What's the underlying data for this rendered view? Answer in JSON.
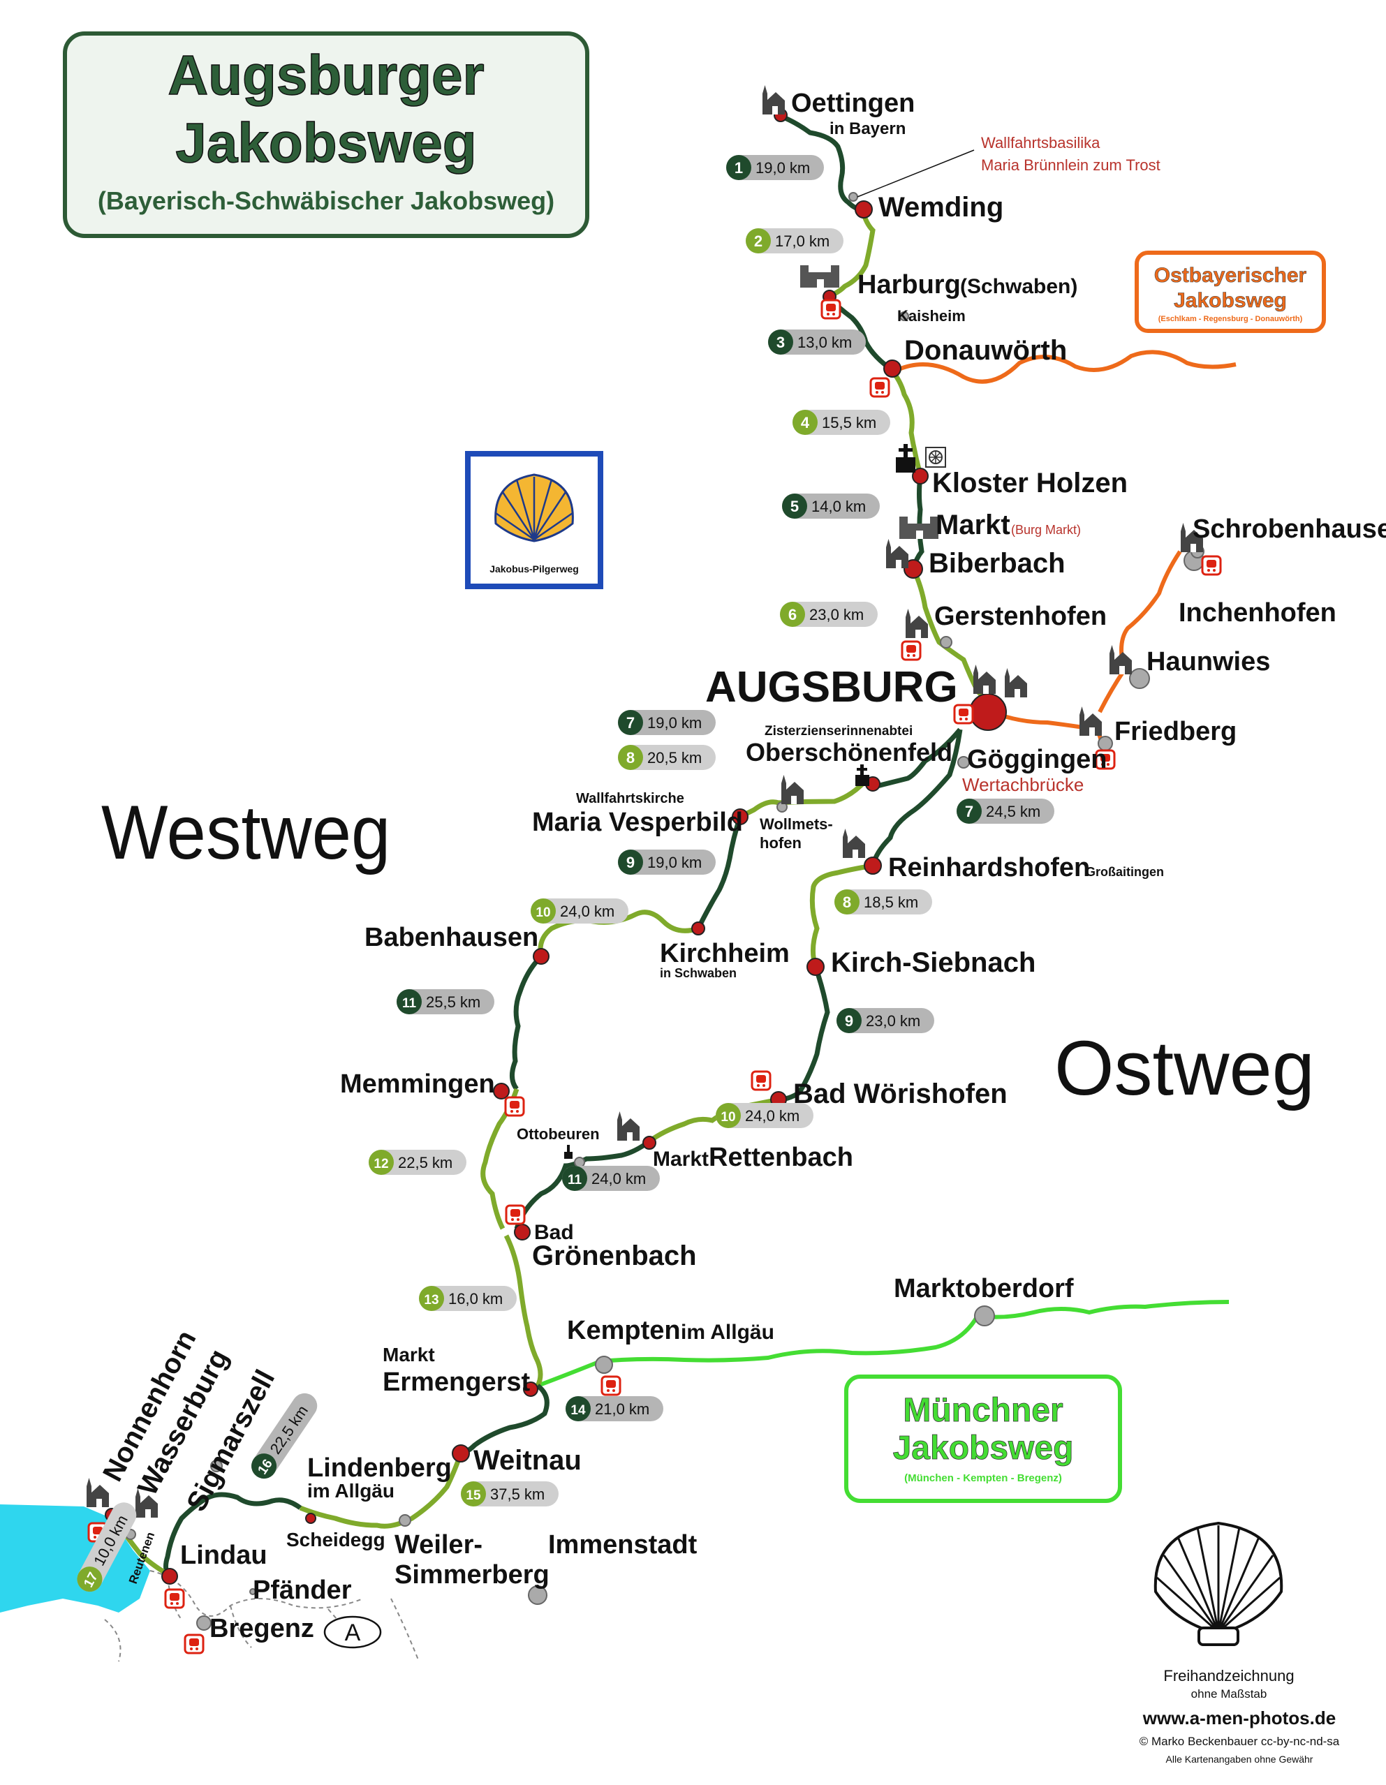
{
  "title": {
    "line1": "Augsburger",
    "line2": "Jakobsweg",
    "line3": "(Bayerisch-Schwäbischer Jakobsweg)"
  },
  "regions": {
    "westweg": "Westweg",
    "ostweg": "Ostweg"
  },
  "logo_jakobus": "Jakobus-Pilgerweg",
  "connecting_routes": {
    "ostbayerisch": {
      "line1": "Ostbayerischer",
      "line2": "Jakobsweg",
      "sub": "(Eschlkam - Regensburg - Donauwörth)",
      "color": "#ee6a1a"
    },
    "muenchner": {
      "line1": "Münchner",
      "line2": "Jakobsweg",
      "sub": "(München - Kempten - Bregenz)",
      "color": "#44dd33"
    }
  },
  "route_colors": {
    "dark": "#1f4a2c",
    "light": "#7faa2b",
    "station": "#bf1b1b"
  },
  "places": {
    "oettingen": "Oettingen",
    "oettingen_sub": "in Bayern",
    "wallfahrt1": "Wallfahrtsbasilika",
    "wallfahrt2": "Maria Brünnlein zum Trost",
    "wemding": "Wemding",
    "harburg": "Harburg",
    "harburg_sub": "(Schwaben)",
    "kaisheim": "Kaisheim",
    "donauwoerth": "Donauwörth",
    "holzen": "Kloster Holzen",
    "markt": "Markt",
    "markt_sub": "(Burg Markt)",
    "biberbach": "Biberbach",
    "gerstenhofen": "Gerstenhofen",
    "augsburg": "AUGSBURG",
    "schrobenhausen": "Schrobenhausen",
    "inchenhofen": "Inchenhofen",
    "haunwies": "Haunwies",
    "friedberg": "Friedberg",
    "zisterz": "Zisterzienserinnenabtei",
    "oberschoenenfeld": "Oberschönenfeld",
    "goeggingen": "Göggingen",
    "wertach": "Wertachbrücke",
    "wallfahrtskirche": "Wallfahrtskirche",
    "vesperbild": "Maria Vesperbild",
    "wollmets1": "Wollmets-",
    "wollmets2": "hofen",
    "reinhardshofen": "Reinhardshofen",
    "grossaitingen": "Großaitingen",
    "babenhausen": "Babenhausen",
    "kirchheim": "Kirchheim",
    "kirchheim_sub": "in Schwaben",
    "kirchsiebnach": "Kirch-Siebnach",
    "memmingen": "Memmingen",
    "woerishofen": "Bad Wörishofen",
    "ottobeuren": "Ottobeuren",
    "marktsmall": "Markt",
    "rettenbach": "Rettenbach",
    "bad": "Bad",
    "groenenbach": "Grönenbach",
    "marktoberdorf": "Marktoberdorf",
    "kempten": "Kempten",
    "kempten_sub": "im Allgäu",
    "marktsmall2": "Markt",
    "ermengerst": "Ermengerst",
    "weitnau": "Weitnau",
    "lindenberg": "Lindenberg",
    "lindenberg_sub": "im Allgäu",
    "scheidegg": "Scheidegg",
    "weiler1": "Weiler-",
    "weiler2": "Simmerberg",
    "immenstadt": "Immenstadt",
    "nonnenhorn": "Nonnenhorn",
    "wasserburg": "Wasserburg",
    "sigmarszell": "Sigmarszell",
    "lindau": "Lindau",
    "reutenen": "Reutenen",
    "pfaender": "Pfänder",
    "bregenz": "Bregenz",
    "austria": "A"
  },
  "stages": [
    {
      "num": "1",
      "dist": "19,0 km",
      "dark": true
    },
    {
      "num": "2",
      "dist": "17,0 km",
      "dark": false
    },
    {
      "num": "3",
      "dist": "13,0 km",
      "dark": true
    },
    {
      "num": "4",
      "dist": "15,5 km",
      "dark": false
    },
    {
      "num": "5",
      "dist": "14,0 km",
      "dark": true
    },
    {
      "num": "6",
      "dist": "23,0 km",
      "dark": false
    },
    {
      "num": "7",
      "dist": "19,0 km",
      "dark": true
    },
    {
      "num": "8",
      "dist": "20,5 km",
      "dark": false
    },
    {
      "num": "9",
      "dist": "19,0 km",
      "dark": true
    },
    {
      "num": "10",
      "dist": "24,0 km",
      "dark": false
    },
    {
      "num": "11",
      "dist": "25,5 km",
      "dark": true
    },
    {
      "num": "12",
      "dist": "22,5 km",
      "dark": false
    },
    {
      "num": "13",
      "dist": "16,0 km",
      "dark": false
    },
    {
      "num": "14",
      "dist": "21,0 km",
      "dark": true
    },
    {
      "num": "15",
      "dist": "37,5 km",
      "dark": false
    },
    {
      "num": "16",
      "dist": "22,5 km",
      "dark": true
    },
    {
      "num": "17",
      "dist": "10,0 km",
      "dark": false
    },
    {
      "num": "7",
      "dist": "24,5 km",
      "dark": true
    },
    {
      "num": "8",
      "dist": "18,5 km",
      "dark": false
    },
    {
      "num": "9",
      "dist": "23,0 km",
      "dark": true
    },
    {
      "num": "10",
      "dist": "24,0 km",
      "dark": false
    },
    {
      "num": "11",
      "dist": "24,0 km",
      "dark": true
    }
  ],
  "footer": {
    "line1": "Freihandzeichnung",
    "line2": "ohne Maßstab",
    "url": "www.a-men-photos.de",
    "copyright": "© Marko Beckenbauer  cc-by-nc-nd-sa",
    "disclaimer": "Alle Kartenangaben ohne Gewähr"
  }
}
